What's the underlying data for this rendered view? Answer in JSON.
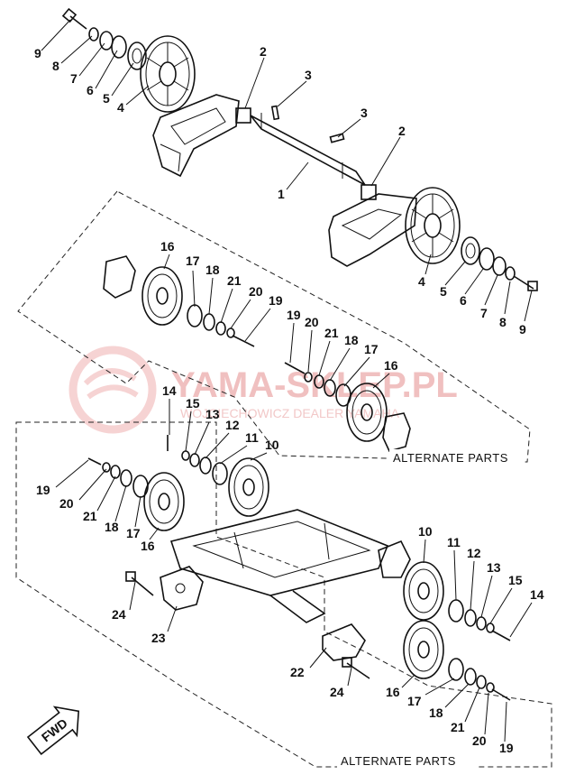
{
  "watermark": {
    "brand": "YAMA-SKLEP.PL",
    "subtitle": "WOJCIECHOWICZ DEALER YAMAHA"
  },
  "alternate_parts_label": "ALTERNATE PARTS",
  "fwd_label": "FWD",
  "callouts": [
    "1",
    "2",
    "3",
    "4",
    "5",
    "6",
    "7",
    "8",
    "9",
    "10",
    "11",
    "12",
    "13",
    "14",
    "15",
    "16",
    "17",
    "18",
    "19",
    "20",
    "21",
    "22",
    "23",
    "24"
  ]
}
